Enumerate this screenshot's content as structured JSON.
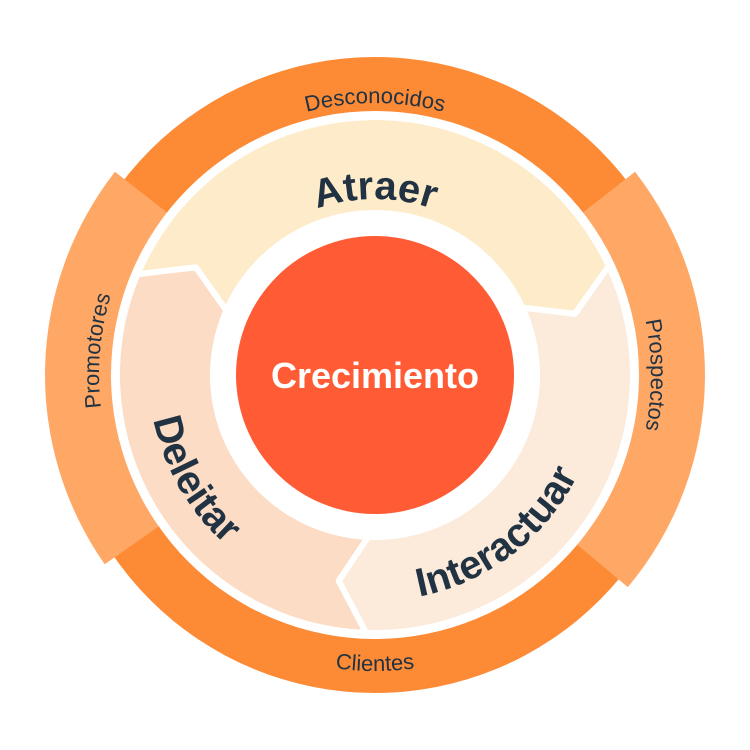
{
  "center": {
    "label": "Crecimiento",
    "color": "#FF5C35"
  },
  "stages": [
    {
      "label": "Atraer",
      "color": "#FEEBC9"
    },
    {
      "label": "Interactuar",
      "color": "#FCEADB"
    },
    {
      "label": "Deleitar",
      "color": "#FCDCC4"
    }
  ],
  "audiences": [
    {
      "label": "Desconocidos"
    },
    {
      "label": "Prospectos"
    },
    {
      "label": "Clientes"
    },
    {
      "label": "Promotores"
    }
  ],
  "colors": {
    "ring_dark": "#FD8A35",
    "ring_light": "#FFA866",
    "text": "#213343"
  }
}
